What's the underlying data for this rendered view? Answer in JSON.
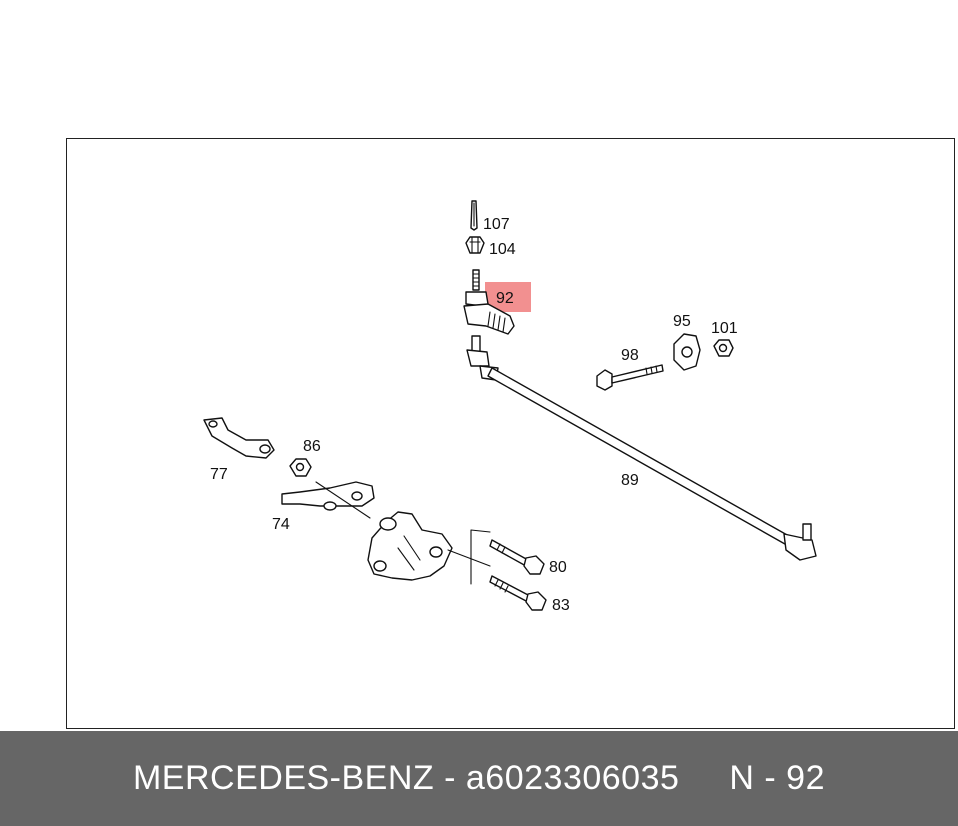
{
  "diagram": {
    "highlight_label": "92",
    "labels": {
      "p107": "107",
      "p104": "104",
      "p92": "92",
      "p95": "95",
      "p101": "101",
      "p98": "98",
      "p89": "89",
      "p86": "86",
      "p77": "77",
      "p74": "74",
      "p80": "80",
      "p83": "83"
    },
    "colors": {
      "highlight": "#f07c7c",
      "footer_bg": "#666666",
      "footer_text": "#ffffff"
    }
  },
  "footer": {
    "brand_part": "MERCEDES-BENZ - a6023306035",
    "ref": "N - 92"
  }
}
